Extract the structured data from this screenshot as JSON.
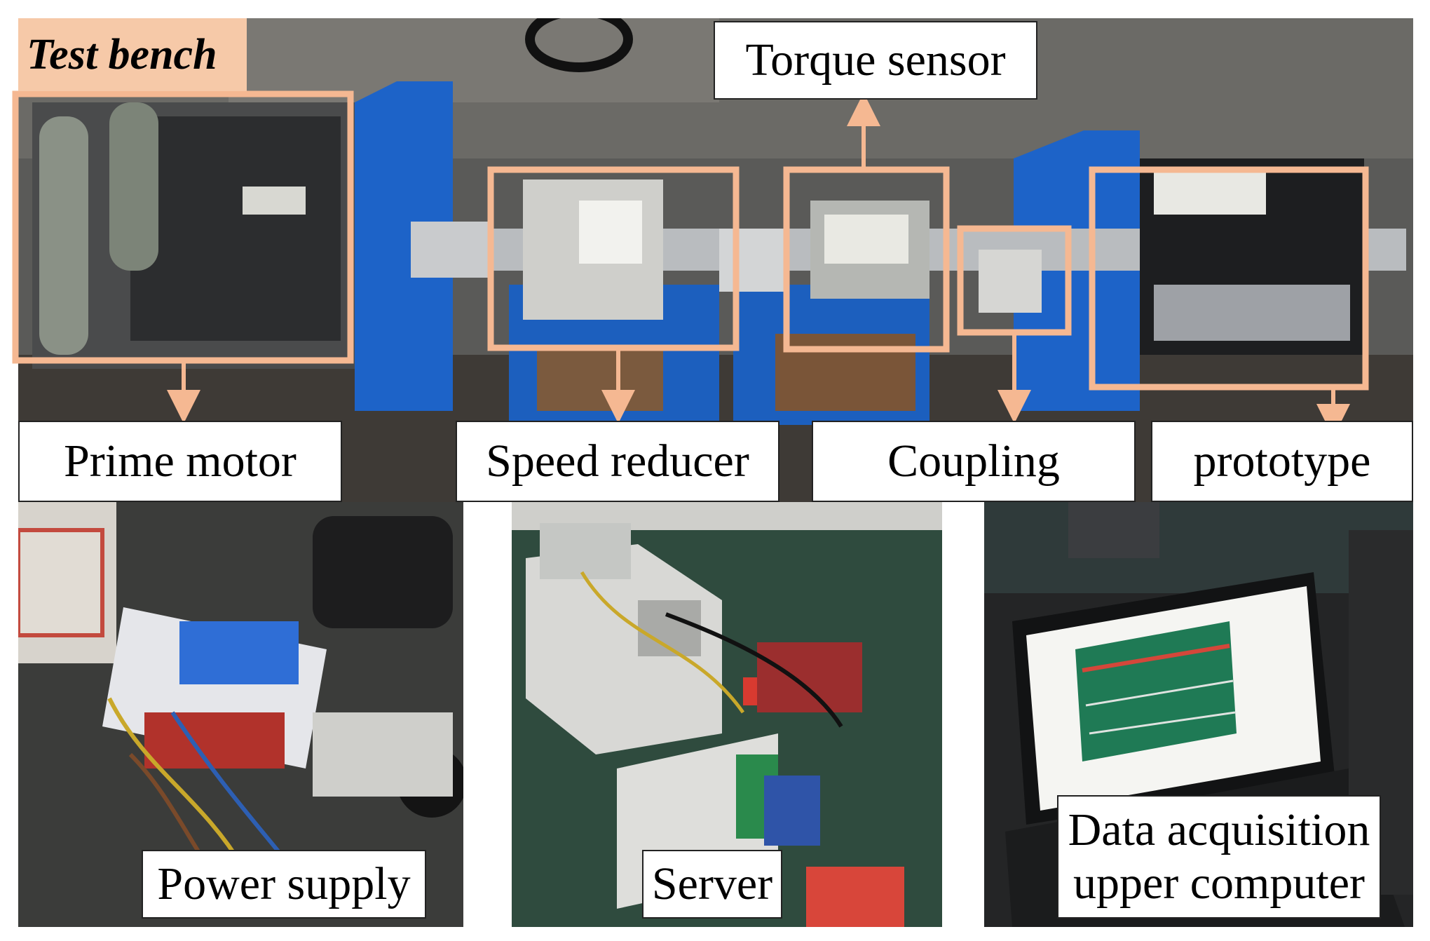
{
  "figure": {
    "title": "Test bench",
    "labels": {
      "torque_sensor": "Torque sensor",
      "prime_motor": "Prime motor",
      "speed_reducer": "Speed reducer",
      "coupling": "Coupling",
      "prototype": "prototype",
      "power_supply": "Power supply",
      "server": "Server",
      "daq_line1": "Data acquisition",
      "daq_line2": "upper computer"
    }
  },
  "colors": {
    "highlight": "#f5b892",
    "title_bg": "#f6c9a8",
    "bench_blue": "#1d63c8"
  }
}
